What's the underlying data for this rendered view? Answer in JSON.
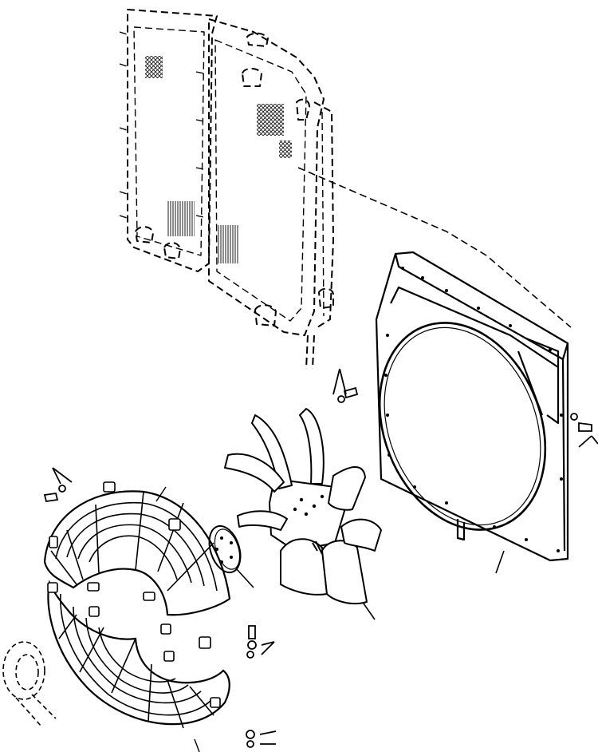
{
  "diagram": {
    "background": "#ffffff",
    "ink": "#000000",
    "parts": [
      {
        "id": "radiator-assembly",
        "line_style": "dashed"
      },
      {
        "id": "fan-shroud"
      },
      {
        "id": "fan-blade-assembly"
      },
      {
        "id": "fan-spacer-hub"
      },
      {
        "id": "upper-fan-guard"
      },
      {
        "id": "lower-fan-guard"
      },
      {
        "id": "shroud-bolt-upper"
      },
      {
        "id": "shroud-bolt-side"
      },
      {
        "id": "guard-bolt-left"
      },
      {
        "id": "guard-bolt-center"
      },
      {
        "id": "guard-nut-bottom"
      },
      {
        "id": "engine-pulley"
      }
    ]
  }
}
